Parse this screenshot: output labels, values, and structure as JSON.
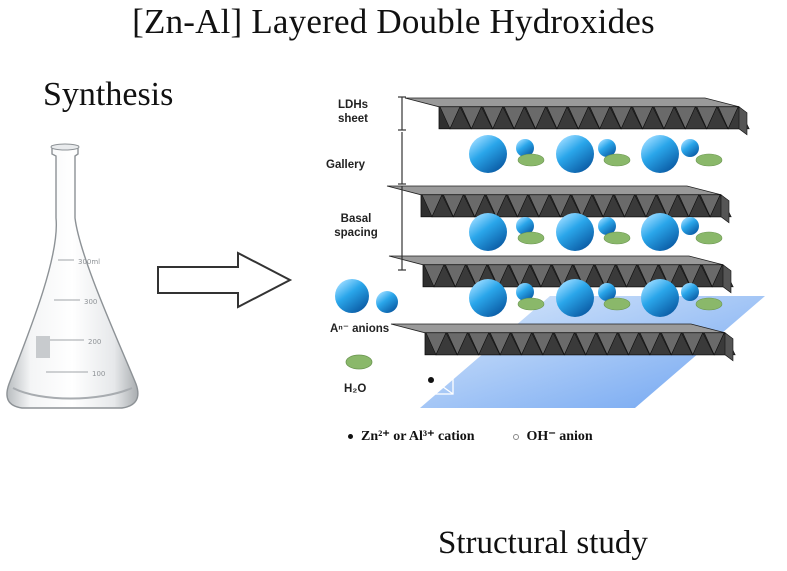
{
  "title": "[Zn-Al] Layered Double Hydroxides",
  "left_caption": "Synthesis",
  "bottom_caption": "Structural study",
  "flask_graduations": [
    "300ml",
    "300",
    "200",
    "100"
  ],
  "diagram_labels": {
    "ldhs_sheet": [
      "LDHs",
      "sheet"
    ],
    "gallery": "Gallery",
    "basal_spacing": [
      "Basal",
      "spacing"
    ],
    "anions": "Aⁿ⁻ anions",
    "water": "H₂O"
  },
  "legend": {
    "cation_label": "Zn²⁺ or Al³⁺ cation",
    "anion_label": "OH⁻ anion"
  },
  "colors": {
    "anion_sphere": "#1e9be0",
    "water_ellipse": "#8ab86a",
    "sheet_dark": "#2f2f2f",
    "sheet_light": "#9a9a9a",
    "base_plane": "#6fa8f5"
  }
}
